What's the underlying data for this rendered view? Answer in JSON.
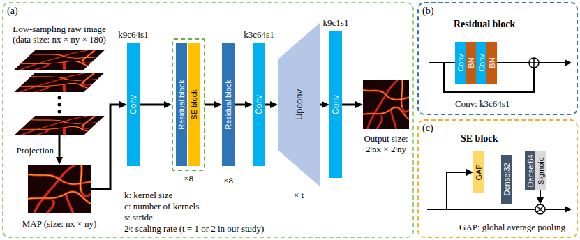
{
  "diagram": {
    "nodes": [
      {
        "text": [
          "(a)"
        ]
      },
      {
        "text": [
          "Low-sampling raw image (data size: nx × ny × 180)"
        ],
        "in": 0
      },
      {
        "text": [
          "MAP (size: nx × ny)"
        ],
        "in": 0
      },
      {
        "text": [
          "k9c64s1",
          "Conv"
        ],
        "in": 0
      },
      {
        "text": [
          "×8"
        ],
        "in": 0
      },
      {
        "text": [
          "Residual block"
        ],
        "in": 4
      },
      {
        "text": [
          "SE block"
        ],
        "in": 4
      },
      {
        "text": [
          "Residual block"
        ],
        "in": 0
      },
      {
        "text": [
          "k3c64s1",
          "Conv"
        ],
        "in": 0
      },
      {
        "text": [
          "Upconv"
        ],
        "in": 0
      },
      {
        "text": [
          "k9c1s1",
          "Conv"
        ],
        "in": 0
      },
      {
        "text": [
          "Output size: 2ᵗnx × 2ᵗny"
        ],
        "in": 0
      },
      {
        "text": [
          "(b)",
          "Residual block"
        ]
      },
      {
        "text": [
          "Conv"
        ],
        "in": 12
      },
      {
        "text": [
          "BN"
        ],
        "in": 12
      },
      {
        "text": [
          "Conv"
        ],
        "in": 12
      },
      {
        "text": [
          "BN"
        ],
        "in": 12
      },
      {
        "text": [
          "(c)",
          "SE block"
        ]
      },
      {
        "text": [
          "GAP"
        ],
        "in": 17
      },
      {
        "text": [
          "Dense:32"
        ],
        "in": 17
      },
      {
        "text": [
          "Dense:64",
          "Sigmoid"
        ],
        "in": 17
      }
    ],
    "edges": [
      {
        "from": 1,
        "to": 2,
        "arrow": "to",
        "label": "Projection"
      },
      {
        "from": 2,
        "to": 3,
        "arrow": "to"
      },
      {
        "from": 3,
        "to": 4,
        "arrow": "to"
      },
      {
        "from": 4,
        "to": 7,
        "arrow": "to"
      },
      {
        "from": 7,
        "to": 8,
        "arrow": "to"
      },
      {
        "from": 8,
        "to": 9,
        "arrow": "to"
      },
      {
        "from": 9,
        "to": 10,
        "arrow": "to"
      },
      {
        "from": 10,
        "to": 11,
        "arrow": "to"
      }
    ],
    "labels": [
      "×8",
      "× t",
      "k: kernel size",
      "c: number of kernels",
      "s: stride",
      "2ᵗ: scaling rate (t = 1 or 2 in our study)",
      "Conv: k3c64s1",
      "GAP: global average pooling"
    ]
  }
}
